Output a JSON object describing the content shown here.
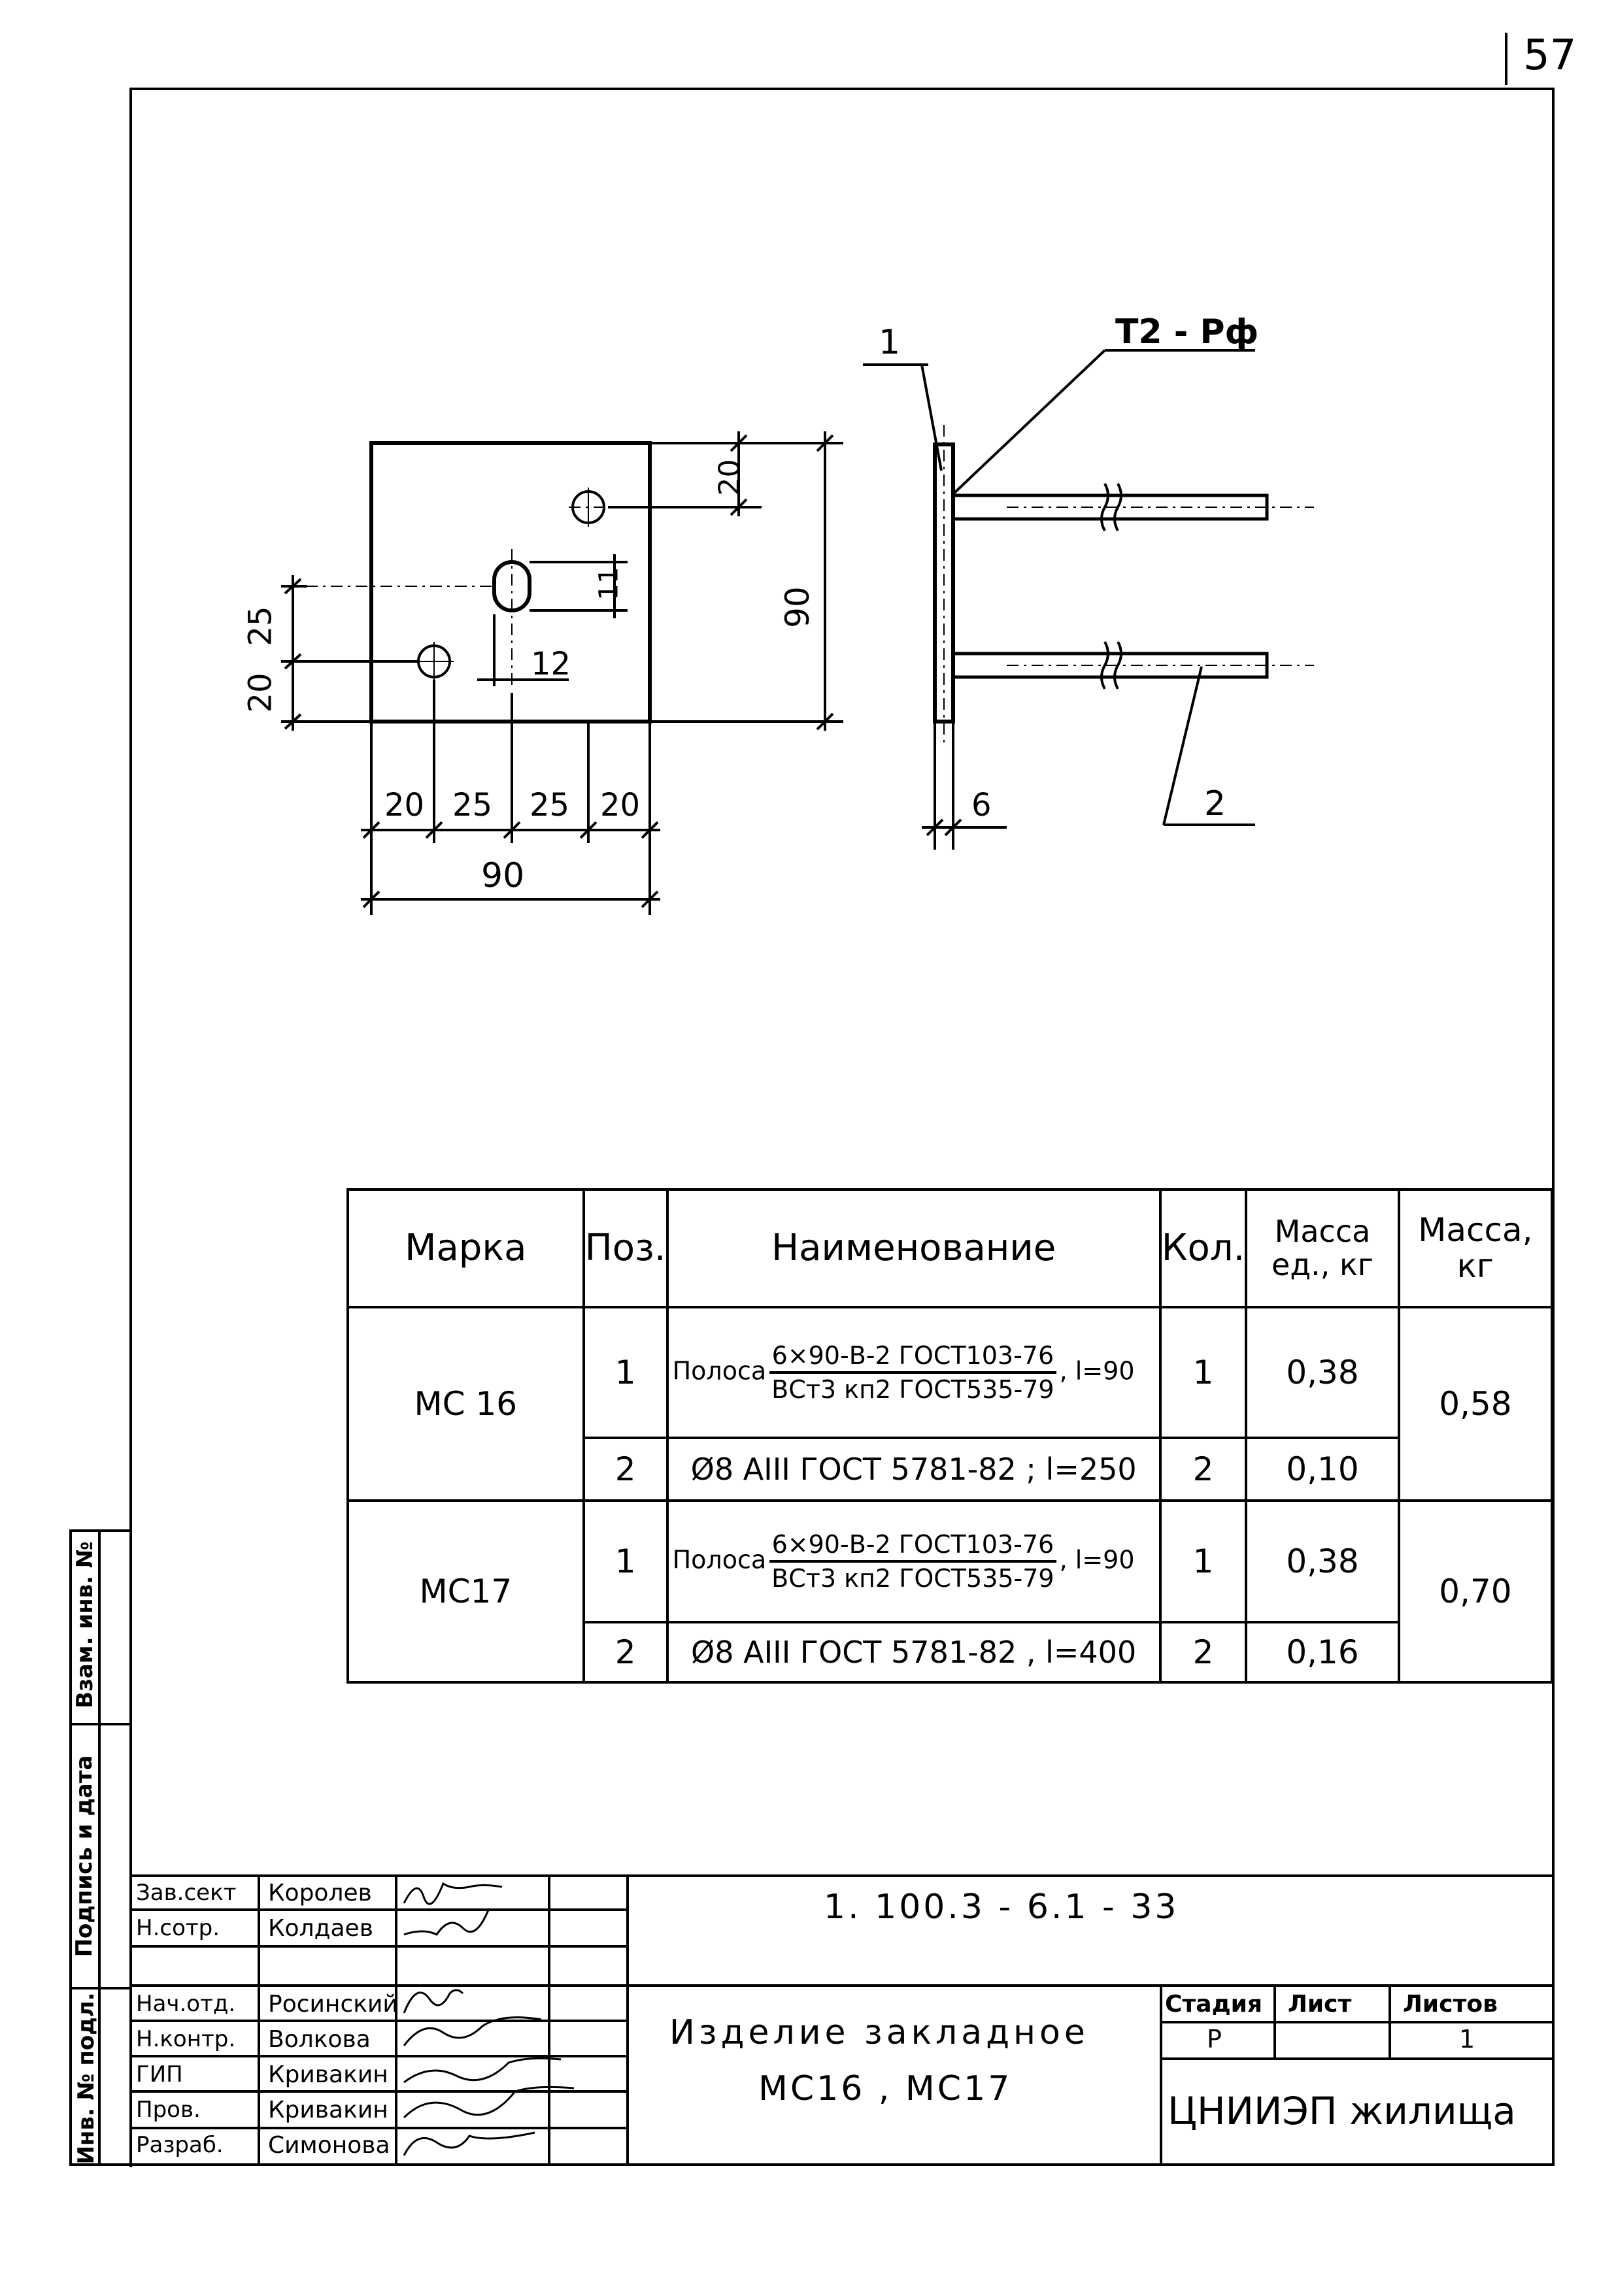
{
  "page_number": "57",
  "drawing": {
    "front_view": {
      "dims_vertical_left": [
        "25",
        "20"
      ],
      "dim_right_top": "20",
      "dim_right_total": "90",
      "dim_slot_height": "11",
      "dim_slot_offset": "12",
      "dims_bottom": [
        "20",
        "25",
        "25",
        "20"
      ],
      "dim_bottom_total": "90"
    },
    "side_view": {
      "pos_1": "1",
      "weld_mark": "Т2 - Рф",
      "pos_2": "2",
      "thickness": "6"
    }
  },
  "spec_table": {
    "headers": {
      "mark": "Марка",
      "pos": "Поз.",
      "name": "Наименование",
      "qty": "Кол.",
      "unit_mass": "Масса ед., кг",
      "mass": "Масса, кг"
    },
    "rows": [
      {
        "mark": "МС 16",
        "items": [
          {
            "pos": "1",
            "name_prefix": "Полоса",
            "name_num": "6×90-В-2 ГОСТ103-76",
            "name_den": "ВСт3 кп2 ГОСТ535-79",
            "name_suffix": ", l=90",
            "qty": "1",
            "unit_mass": "0,38"
          },
          {
            "pos": "2",
            "name": "Ø8 АIII ГОСТ 5781-82 ; l=250",
            "qty": "2",
            "unit_mass": "0,10"
          }
        ],
        "mass": "0,58"
      },
      {
        "mark": "МС17",
        "items": [
          {
            "pos": "1",
            "name_prefix": "Полоса",
            "name_num": "6×90-В-2 ГОСТ103-76",
            "name_den": "ВСт3 кп2 ГОСТ535-79",
            "name_suffix": ", l=90",
            "qty": "1",
            "unit_mass": "0,38"
          },
          {
            "pos": "2",
            "name": "Ø8 АIII ГОСТ 5781-82 , l=400",
            "qty": "2",
            "unit_mass": "0,16"
          }
        ],
        "mass": "0,70"
      }
    ]
  },
  "side_strip": {
    "inv_podl": "Инв. № подл.",
    "podpis_data": "Подпись и дата",
    "vzam_inv": "Взам. инв. №"
  },
  "title_block": {
    "doc_code": "1. 100.3 - 6.1 - 33",
    "title_line1": "Изделие закладное",
    "title_line2": "МС16 , МС17",
    "stage_label": "Стадия",
    "sheet_label": "Лист",
    "sheets_label": "Листов",
    "stage": "Р",
    "sheet": "",
    "sheets": "1",
    "organization": "ЦНИИЭП жилища",
    "signers": [
      {
        "role": "Зав.сект",
        "name": "Королев"
      },
      {
        "role": "Н.сотр.",
        "name": "Колдаев"
      },
      {
        "role": "",
        "name": ""
      },
      {
        "role": "Нач.отд.",
        "name": "Росинский"
      },
      {
        "role": "Н.контр.",
        "name": "Волкова"
      },
      {
        "role": "ГИП",
        "name": "Кривакин"
      },
      {
        "role": "Пров.",
        "name": "Кривакин"
      },
      {
        "role": "Разраб.",
        "name": "Симонова"
      }
    ]
  }
}
